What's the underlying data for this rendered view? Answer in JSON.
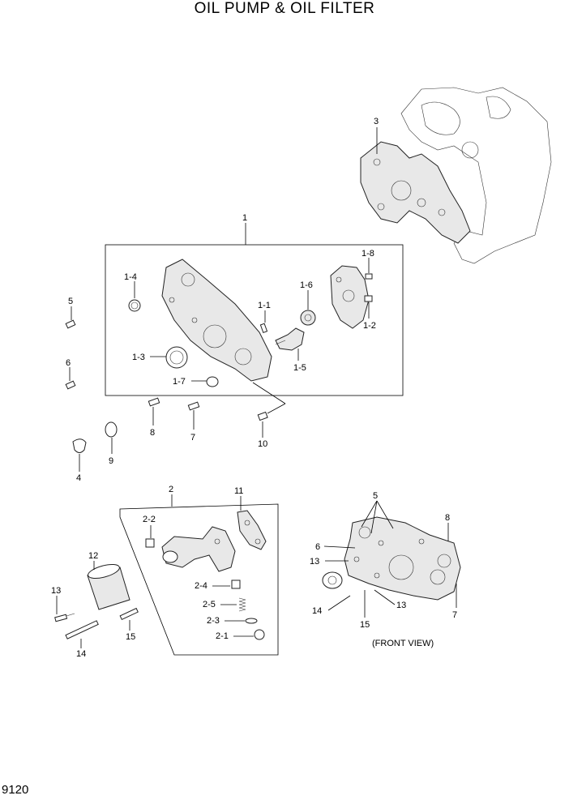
{
  "title": "OIL PUMP & OIL FILTER",
  "page_number": "9120",
  "front_view_caption": "(FRONT VIEW)",
  "callouts": {
    "c1": "1",
    "c1_1": "1-1",
    "c1_2": "1-2",
    "c1_3": "1-3",
    "c1_4": "1-4",
    "c1_5": "1-5",
    "c1_6": "1-6",
    "c1_7": "1-7",
    "c1_8": "1-8",
    "c2": "2",
    "c2_1": "2-1",
    "c2_2": "2-2",
    "c2_3": "2-3",
    "c2_4": "2-4",
    "c2_5": "2-5",
    "c3": "3",
    "c4": "4",
    "c5": "5",
    "c6": "6",
    "c7": "7",
    "c8": "8",
    "c9": "9",
    "c10": "10",
    "c11": "11",
    "c12": "12",
    "c13": "13",
    "c14": "14",
    "c15": "15",
    "fv5": "5",
    "fv6": "6",
    "fv7": "7",
    "fv8": "8",
    "fv13a": "13",
    "fv13b": "13",
    "fv14": "14",
    "fv15": "15"
  }
}
